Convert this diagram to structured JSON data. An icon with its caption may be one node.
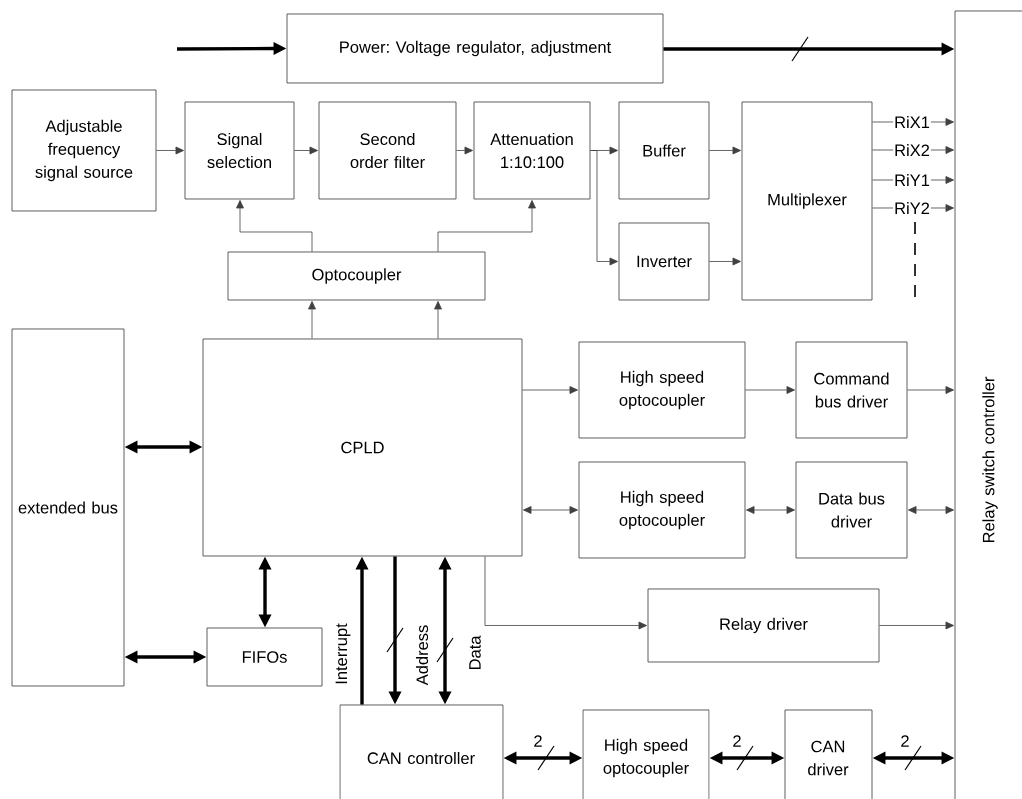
{
  "diagram": {
    "nodes": [
      {
        "text": [
          "Power: Voltage regulator, adjustment"
        ]
      },
      {
        "text": [
          "Adjustable frequency signal source"
        ]
      },
      {
        "text": [
          "Signal selection"
        ]
      },
      {
        "text": [
          "Second order filter"
        ]
      },
      {
        "text": [
          "Attenuation 1:10:100"
        ]
      },
      {
        "text": [
          "Buffer"
        ]
      },
      {
        "text": [
          "Inverter"
        ]
      },
      {
        "text": [
          "Multiplexer"
        ]
      },
      {
        "text": [
          "Optocoupler"
        ]
      },
      {
        "text": [
          "Relay switch controller"
        ]
      },
      {
        "text": [
          "extended bus"
        ]
      },
      {
        "text": [
          "CPLD"
        ]
      },
      {
        "text": [
          "High speed optocoupler"
        ]
      },
      {
        "text": [
          "Command bus driver"
        ]
      },
      {
        "text": [
          "High speed optocoupler"
        ]
      },
      {
        "text": [
          "Data bus driver"
        ]
      },
      {
        "text": [
          "Relay driver"
        ]
      },
      {
        "text": [
          "FIFOs"
        ]
      },
      {
        "text": [
          "CAN controller"
        ]
      },
      {
        "text": [
          "High speed optocoupler"
        ]
      },
      {
        "text": [
          "CAN driver"
        ]
      }
    ],
    "edges": [
      {
        "from": null,
        "to": 0,
        "arrow": "to",
        "style": "thick"
      },
      {
        "from": 0,
        "to": 9,
        "arrow": "to",
        "style": "thick"
      },
      {
        "from": 1,
        "to": 2,
        "arrow": "to"
      },
      {
        "from": 2,
        "to": 3,
        "arrow": "to"
      },
      {
        "from": 3,
        "to": 4,
        "arrow": "to"
      },
      {
        "from": 4,
        "to": 5,
        "arrow": "to"
      },
      {
        "from": 4,
        "to": 6,
        "arrow": "to"
      },
      {
        "from": 5,
        "to": 7,
        "arrow": "to"
      },
      {
        "from": 6,
        "to": 7,
        "arrow": "to"
      },
      {
        "from": 7,
        "to": 9,
        "arrow": "to",
        "label": "RiX1"
      },
      {
        "from": 7,
        "to": 9,
        "arrow": "to",
        "label": "RiX2"
      },
      {
        "from": 7,
        "to": 9,
        "arrow": "to",
        "label": "RiY1"
      },
      {
        "from": 7,
        "to": 9,
        "arrow": "to",
        "label": "RiY2"
      },
      {
        "from": 8,
        "to": 2,
        "arrow": "to"
      },
      {
        "from": 8,
        "to": 4,
        "arrow": "to"
      },
      {
        "from": 11,
        "to": 8,
        "arrow": "to"
      },
      {
        "from": 11,
        "to": 8,
        "arrow": "to"
      },
      {
        "from": 10,
        "to": 11,
        "arrow": "both",
        "style": "thick"
      },
      {
        "from": 10,
        "to": 17,
        "arrow": "both",
        "style": "thick"
      },
      {
        "from": 11,
        "to": 17,
        "arrow": "both",
        "style": "thick"
      },
      {
        "from": 18,
        "to": 11,
        "arrow": "to",
        "style": "thick",
        "label": "Interrupt"
      },
      {
        "from": 11,
        "to": 18,
        "arrow": "to",
        "style": "thick",
        "label": "Address"
      },
      {
        "from": 11,
        "to": 18,
        "arrow": "both",
        "style": "thick",
        "label": "Data"
      },
      {
        "from": 11,
        "to": 12,
        "arrow": "to"
      },
      {
        "from": 12,
        "to": 13,
        "arrow": "to"
      },
      {
        "from": 13,
        "to": 9,
        "arrow": "to"
      },
      {
        "from": 11,
        "to": 14,
        "arrow": "both"
      },
      {
        "from": 14,
        "to": 15,
        "arrow": "both"
      },
      {
        "from": 15,
        "to": 9,
        "arrow": "both"
      },
      {
        "from": 11,
        "to": 16,
        "arrow": "to"
      },
      {
        "from": 16,
        "to": 9,
        "arrow": "to"
      },
      {
        "from": 18,
        "to": 19,
        "arrow": "both",
        "style": "thick",
        "label": "2"
      },
      {
        "from": 19,
        "to": 20,
        "arrow": "both",
        "style": "thick",
        "label": "2"
      },
      {
        "from": 20,
        "to": 9,
        "arrow": "both",
        "style": "thick",
        "label": "2"
      }
    ]
  }
}
